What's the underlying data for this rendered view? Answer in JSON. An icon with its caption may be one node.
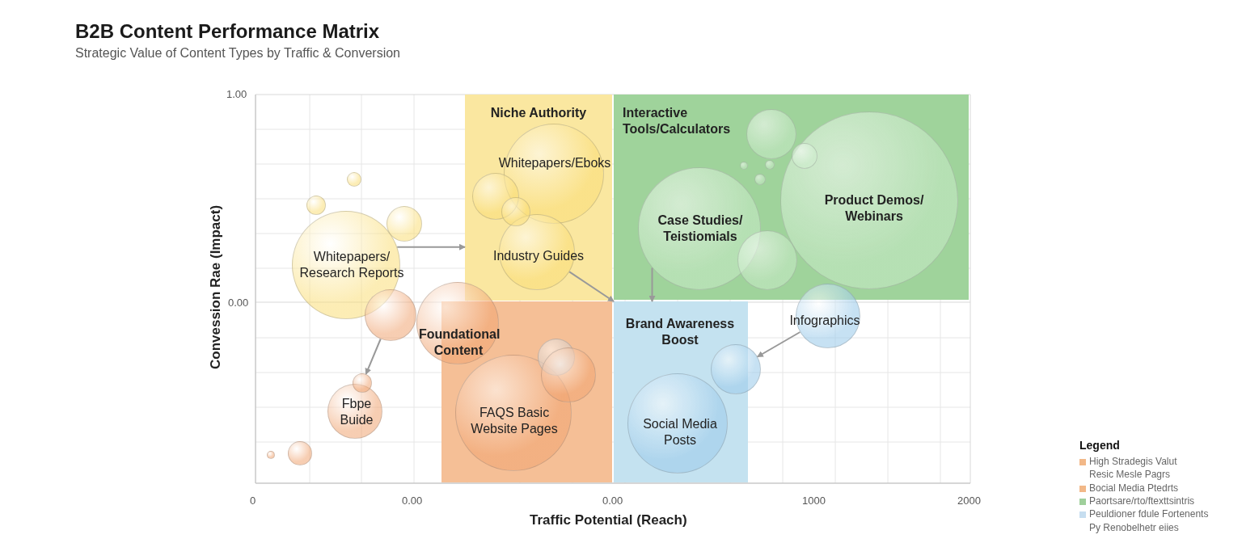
{
  "diagram": {
    "title": "B2B Content Performance Matrix",
    "nodes": [
      {
        "text": [
          "Niche Authority"
        ]
      },
      {
        "text": [
          "Whitepapers/Eboks"
        ],
        "in": 0
      },
      {
        "text": [
          "Industry Guides"
        ],
        "in": 0
      },
      {
        "text": [
          "Interactive Tools/Calculators"
        ]
      },
      {
        "text": [
          "Case Studies/ Teistiomials"
        ],
        "in": 3
      },
      {
        "text": [
          "Product Demos/ Webinars"
        ],
        "in": 3
      },
      {
        "text": [],
        "shape": "box"
      },
      {
        "text": [
          "FAQS Basic Website Pages"
        ],
        "in": 6
      },
      {
        "text": [
          "Brand Awareness Boost"
        ]
      },
      {
        "text": [
          "Social Media Posts"
        ],
        "in": 8
      },
      {
        "text": [
          "Whitepapers/ Research Reports"
        ]
      },
      {
        "text": [
          "Fbpe Buide"
        ]
      },
      {
        "text": [
          "Infographics"
        ]
      },
      {
        "text": [],
        "shape": "circle"
      },
      {
        "text": [],
        "shape": "circle"
      },
      {
        "text": [],
        "shape": "circle"
      },
      {
        "text": [],
        "shape": "circle"
      },
      {
        "text": [],
        "shape": "circle"
      },
      {
        "text": [
          "Foundational Content"
        ]
      },
      {
        "text": [],
        "shape": "circle"
      },
      {
        "text": [],
        "shape": "circle"
      },
      {
        "text": [],
        "shape": "circle"
      },
      {
        "text": [],
        "shape": "circle",
        "in": 0
      },
      {
        "text": [],
        "shape": "circle",
        "in": 0
      },
      {
        "text": [],
        "shape": "circle",
        "in": 6
      },
      {
        "text": [],
        "shape": "circle",
        "in": 6
      },
      {
        "text": [],
        "shape": "circle",
        "in": 3
      },
      {
        "text": [],
        "shape": "circle",
        "in": 5
      },
      {
        "text": [],
        "shape": "circle",
        "in": 3
      },
      {
        "text": [],
        "shape": "circle",
        "in": 3
      },
      {
        "text": [],
        "shape": "circle",
        "in": 3
      },
      {
        "text": [],
        "shape": "circle",
        "in": 3
      }
    ],
    "edges": [
      {
        "from": 10,
        "to": 0,
        "arrow": "to"
      },
      {
        "from": 14,
        "to": 19,
        "arrow": "to"
      },
      {
        "from": 2,
        "to": 8,
        "arrow": "to"
      },
      {
        "from": 4,
        "to": 8,
        "arrow": "to"
      },
      {
        "from": 12,
        "to": 13,
        "arrow": "to"
      }
    ],
    "labels": [
      "Strategic Value of Content Types by Traffic & Conversion",
      "1.00",
      "0.00",
      "Convession Rae (Impact)",
      "0",
      "0.00",
      "0.00",
      "1000",
      "2000",
      "Traffic Potential (Reach)",
      "Legend"
    ],
    "legend": [
      {
        "text": "High Stradegis Valut",
        "color": "#f2b888"
      },
      {
        "text": "Resic Mesle Pagrs"
      },
      {
        "text": "Bocial Media Ptedrts",
        "color": "#f2b888"
      },
      {
        "text": "Paortsare/rto/ftexttsintris",
        "color": "#9fcf9b"
      },
      {
        "text": "Peuldioner fdule Fortenents",
        "color": "#c6def0"
      },
      {
        "text": "Py Renobelhetr eiies"
      }
    ]
  }
}
